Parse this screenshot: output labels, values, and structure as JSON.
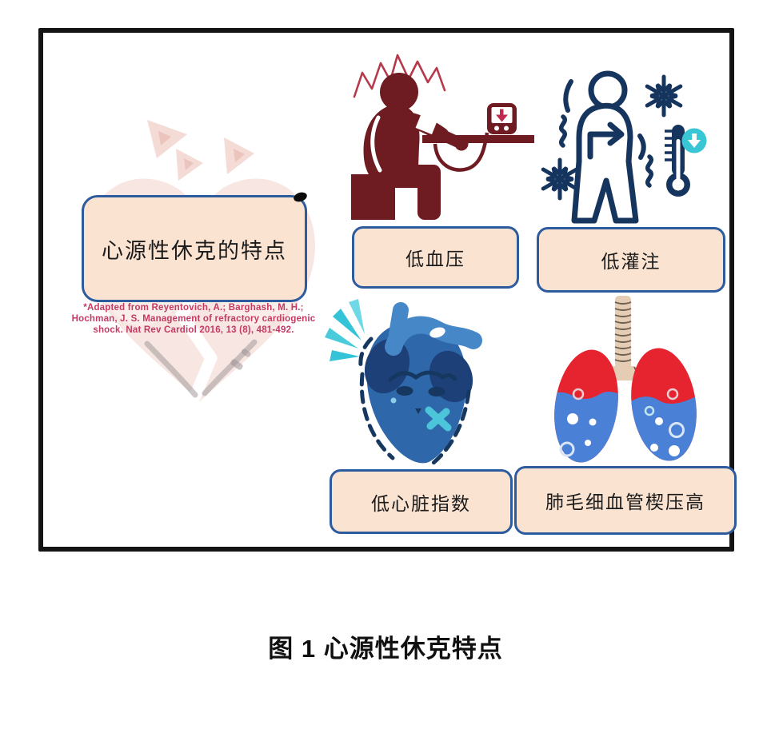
{
  "figure": {
    "title": "心源性休克的特点",
    "citation_lines": [
      "*Adapted from Reyentovich, A.; Barghash, M. H.;",
      "Hochman, J. S. Management of refractory cardiogenic",
      "shock. Nat Rev Cardiol 2016, 13 (8), 481-492."
    ],
    "items": [
      {
        "label": "低血压",
        "icon": "blood-pressure-measurement-icon"
      },
      {
        "label": "低灌注",
        "icon": "cold-shivering-person-icon"
      },
      {
        "label": "低心脏指数",
        "icon": "sad-blue-heart-icon"
      },
      {
        "label": "肺毛细血管楔压高",
        "icon": "fluid-filled-lungs-icon"
      }
    ]
  },
  "caption": "图 1  心源性休克特点",
  "colors": {
    "label_fill": "#fbe3d2",
    "label_border": "#2d5c9e",
    "maroon": "#6e1b21",
    "stress_red": "#b5394b",
    "navy": "#16355e",
    "cyan": "#38c6d4",
    "heart_blue": "#2e68aa",
    "heart_dark_navy": "#1e4078",
    "lung_red": "#e62430",
    "fluid_blue": "#4b80d7",
    "trachea_tan": "#e4cdb4",
    "citation_red": "#c43a63",
    "watermark_pink": "#f8e6e2"
  }
}
